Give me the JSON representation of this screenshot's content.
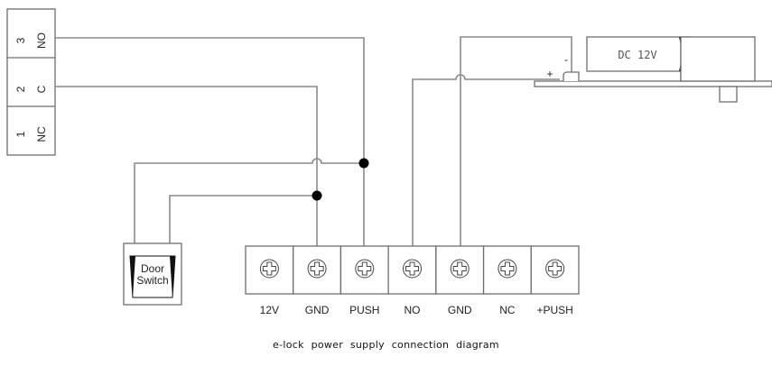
{
  "relay_terminal": {
    "pins": [
      {
        "number": "3",
        "label": "NO"
      },
      {
        "number": "2",
        "label": "C"
      },
      {
        "number": "1",
        "label": "NC"
      }
    ]
  },
  "door_switch": {
    "line1": "Door",
    "line2": "Switch"
  },
  "power_supply_terminals": [
    "12V",
    "GND",
    "PUSH",
    "NO",
    "GND",
    "NC",
    "+PUSH"
  ],
  "lock": {
    "label": "DC 12V",
    "minus": "-",
    "plus": "+"
  },
  "caption": "e-lock power supply connection diagram"
}
